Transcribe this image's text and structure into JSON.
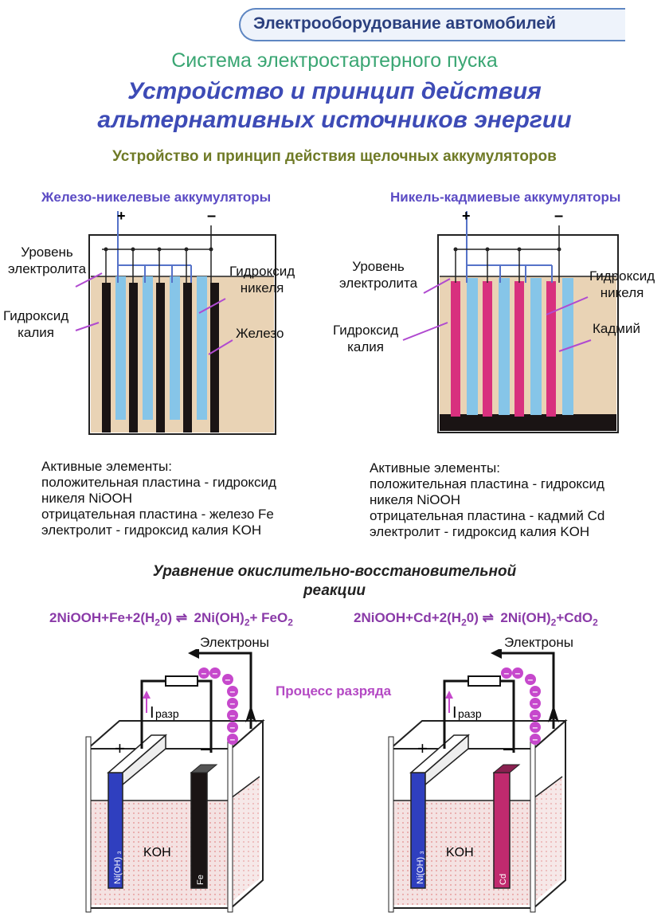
{
  "header": {
    "topic": "Электрооборудование автомобилей",
    "subtitle": "Система электростартерного пуска",
    "title_line1": "Устройство и принцип действия",
    "title_line2": "альтернативных источников энергии",
    "section": "Устройство и принцип действия  щелочных аккумуляторов"
  },
  "left": {
    "title": "Железо-никелевые аккумуляторы",
    "plus": "+",
    "minus": "–",
    "label_level_1": "Уровень",
    "label_level_2": "электролита",
    "label_koh_1": "Гидроксид",
    "label_koh_2": "калия",
    "label_ni_1": "Гидроксид",
    "label_ni_2": "никеля",
    "label_neg": "Железо",
    "active": [
      "Активные элементы:",
      "положительная пластина - гидроксид",
      "никеля NiOOH",
      "отрицательная пластина - железо Fe",
      "электролит - гидроксид калия KOH"
    ],
    "eq_parts": [
      "2NiOOH+Fe+2(H",
      "2",
      "0)",
      "2Ni(OH)",
      "2",
      "+ FeO",
      "2"
    ],
    "electrons": "Электроны",
    "current": "I",
    "current_sub": "разр",
    "cell_plus": "+",
    "cell_minus": "–",
    "electrolyte": "KOH",
    "pos_plate": "Ni(OH) ₃",
    "neg_plate": "Fe"
  },
  "right": {
    "title": "Никель-кадмиевые аккумуляторы",
    "plus": "+",
    "minus": "–",
    "label_level_1": "Уровень",
    "label_level_2": "электролита",
    "label_koh_1": "Гидроксид",
    "label_koh_2": "калия",
    "label_ni_1": "Гидроксид",
    "label_ni_2": "никеля",
    "label_neg": "Кадмий",
    "active": [
      "Активные элементы:",
      "положительная пластина - гидроксид",
      "никеля NiOOH",
      "отрицательная пластина - кадмий Cd",
      "электролит - гидроксид калия KOH"
    ],
    "eq_parts": [
      "2NiOOH+Cd+2(H",
      "2",
      "0)",
      "2Ni(OH)",
      "2",
      "+CdO",
      "2"
    ],
    "electrons": "Электроны",
    "current": "I",
    "current_sub": "разр",
    "cell_plus": "+",
    "cell_minus": "–",
    "electrolyte": "KOH",
    "pos_plate": "Ni(OH) ₃",
    "neg_plate": "Cd"
  },
  "reaction_title_1": "Уравнение окислительно-восстановительной",
  "reaction_title_2": "реакции",
  "discharge": "Процесс разряда",
  "electron_sign": "–",
  "colors": {
    "nickel": "#86c5e8",
    "iron": "#1a1414",
    "cadmium": "#d8307e",
    "electrolyte": "#e9d3b5",
    "wire": "#5572c8",
    "pointer": "#b04ad0",
    "electron": "#c648cc"
  }
}
